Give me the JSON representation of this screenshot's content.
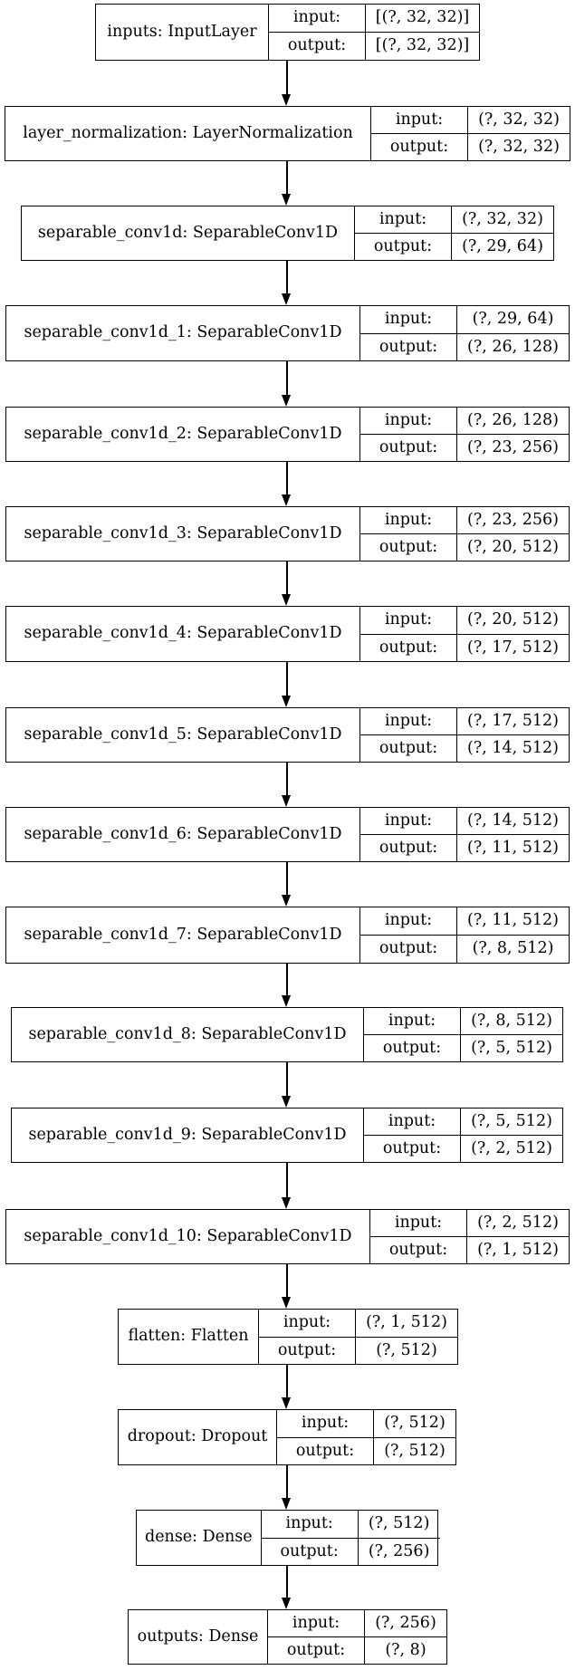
{
  "diagram": {
    "nodes": [
      {
        "name": "inputs: InputLayer",
        "input_label": "input:",
        "input": "[(?, 32, 32)]",
        "output_label": "output:",
        "output": "[(?, 32, 32)]"
      },
      {
        "name": "layer_normalization: LayerNormalization",
        "input_label": "input:",
        "input": "(?, 32, 32)",
        "output_label": "output:",
        "output": "(?, 32, 32)"
      },
      {
        "name": "separable_conv1d: SeparableConv1D",
        "input_label": "input:",
        "input": "(?, 32, 32)",
        "output_label": "output:",
        "output": "(?, 29, 64)"
      },
      {
        "name": "separable_conv1d_1: SeparableConv1D",
        "input_label": "input:",
        "input": "(?, 29, 64)",
        "output_label": "output:",
        "output": "(?, 26, 128)"
      },
      {
        "name": "separable_conv1d_2: SeparableConv1D",
        "input_label": "input:",
        "input": "(?, 26, 128)",
        "output_label": "output:",
        "output": "(?, 23, 256)"
      },
      {
        "name": "separable_conv1d_3: SeparableConv1D",
        "input_label": "input:",
        "input": "(?, 23, 256)",
        "output_label": "output:",
        "output": "(?, 20, 512)"
      },
      {
        "name": "separable_conv1d_4: SeparableConv1D",
        "input_label": "input:",
        "input": "(?, 20, 512)",
        "output_label": "output:",
        "output": "(?, 17, 512)"
      },
      {
        "name": "separable_conv1d_5: SeparableConv1D",
        "input_label": "input:",
        "input": "(?, 17, 512)",
        "output_label": "output:",
        "output": "(?, 14, 512)"
      },
      {
        "name": "separable_conv1d_6: SeparableConv1D",
        "input_label": "input:",
        "input": "(?, 14, 512)",
        "output_label": "output:",
        "output": "(?, 11, 512)"
      },
      {
        "name": "separable_conv1d_7: SeparableConv1D",
        "input_label": "input:",
        "input": "(?, 11, 512)",
        "output_label": "output:",
        "output": "(?, 8, 512)"
      },
      {
        "name": "separable_conv1d_8: SeparableConv1D",
        "input_label": "input:",
        "input": "(?, 8, 512)",
        "output_label": "output:",
        "output": "(?, 5, 512)"
      },
      {
        "name": "separable_conv1d_9: SeparableConv1D",
        "input_label": "input:",
        "input": "(?, 5, 512)",
        "output_label": "output:",
        "output": "(?, 2, 512)"
      },
      {
        "name": "separable_conv1d_10: SeparableConv1D",
        "input_label": "input:",
        "input": "(?, 2, 512)",
        "output_label": "output:",
        "output": "(?, 1, 512)"
      },
      {
        "name": "flatten: Flatten",
        "input_label": "input:",
        "input": "(?, 1, 512)",
        "output_label": "output:",
        "output": "(?, 512)"
      },
      {
        "name": "dropout: Dropout",
        "input_label": "input:",
        "input": "(?, 512)",
        "output_label": "output:",
        "output": "(?, 512)"
      },
      {
        "name": "dense: Dense",
        "input_label": "input:",
        "input": "(?, 512)",
        "output_label": "output:",
        "output": "(?, 256)"
      },
      {
        "name": "outputs: Dense",
        "input_label": "input:",
        "input": "(?, 256)",
        "output_label": "output:",
        "output": "(?, 8)"
      }
    ]
  }
}
